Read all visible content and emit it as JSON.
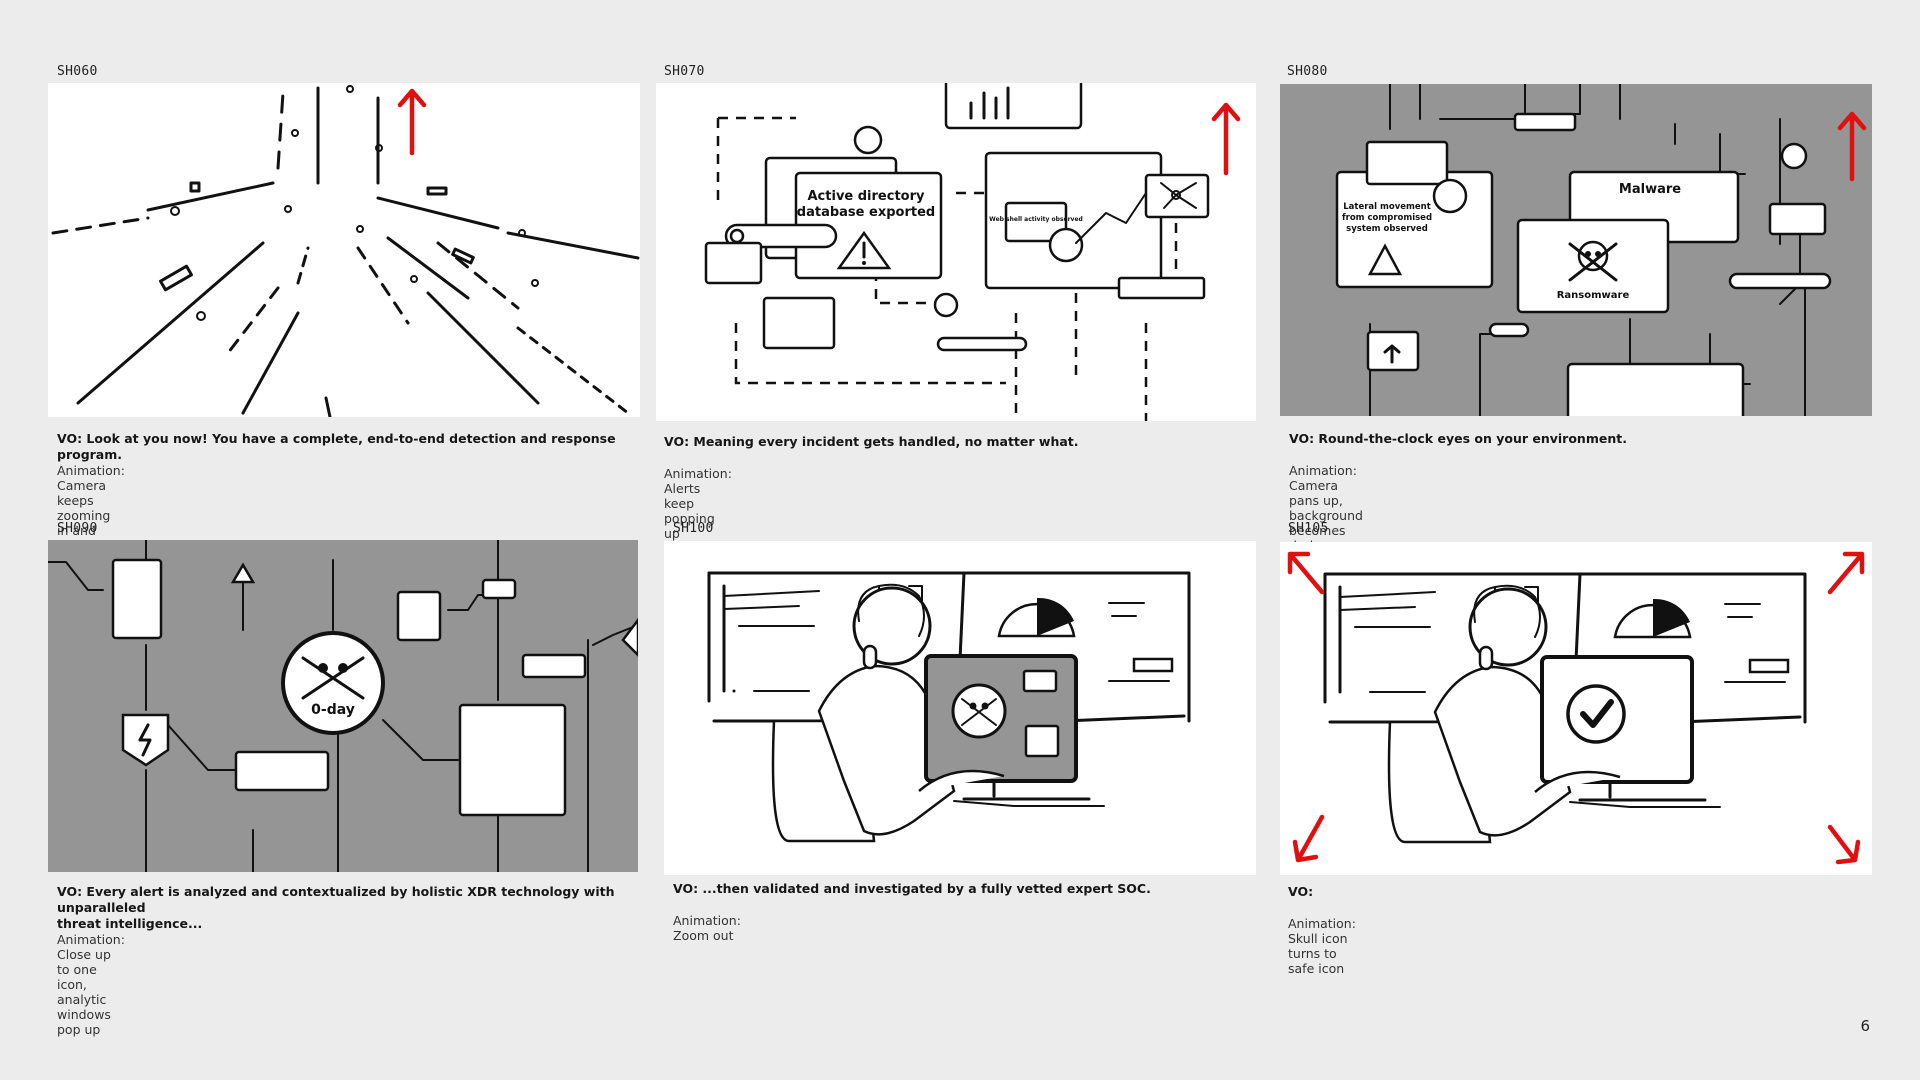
{
  "panels": [
    {
      "id": "SH060",
      "vo": "VO: Look at you now! You have a complete, end-to-end detection and response program.",
      "animation": "Animation: Camera keeps zooming in and going up"
    },
    {
      "id": "SH070",
      "vo": "VO: Meaning every incident gets handled, no matter what.",
      "animation": "Animation: Alerts keep popping up",
      "labels": {
        "alert": "Active directory database exported",
        "alert_line1": "Active directory",
        "alert_line2": "database exported",
        "webshell": "Web shell activity observed"
      }
    },
    {
      "id": "SH080",
      "vo": "VO: Round-the-clock eyes on your environment.",
      "animation": "Animation: Camera pans up, background becomes dark, new alert icons pop up",
      "labels": {
        "malware": "Malware",
        "ransomware": "Ransomware",
        "lateral_1": "Lateral movement",
        "lateral_2": "from compromised",
        "lateral_3": "system observed"
      }
    },
    {
      "id": "SH090",
      "vo_line1": "VO: Every alert is analyzed and contextualized by holistic XDR technology with unparalleled",
      "vo_line2": "threat intelligence...",
      "animation": "Animation: Close up to one icon, analytic windows pop up",
      "labels": {
        "zeroday": "0-day"
      }
    },
    {
      "id": "SH100",
      "vo": "VO: ...then validated and investigated by a fully vetted expert SOC.",
      "animation": "Animation: Zoom out"
    },
    {
      "id": "SH105",
      "vo": "VO:",
      "animation": "Animation: Skull icon turns to safe icon"
    }
  ],
  "page_number": "6",
  "colors": {
    "background": "#ececec",
    "dark_frame": "#959595",
    "arrow": "#e01010"
  },
  "icons": [
    "red-up-arrow-icon",
    "warning-icon",
    "skull-icon",
    "folder-icon",
    "checkmark-icon",
    "lightning-icon",
    "battery-icon",
    "key-icon",
    "filter-icon"
  ]
}
